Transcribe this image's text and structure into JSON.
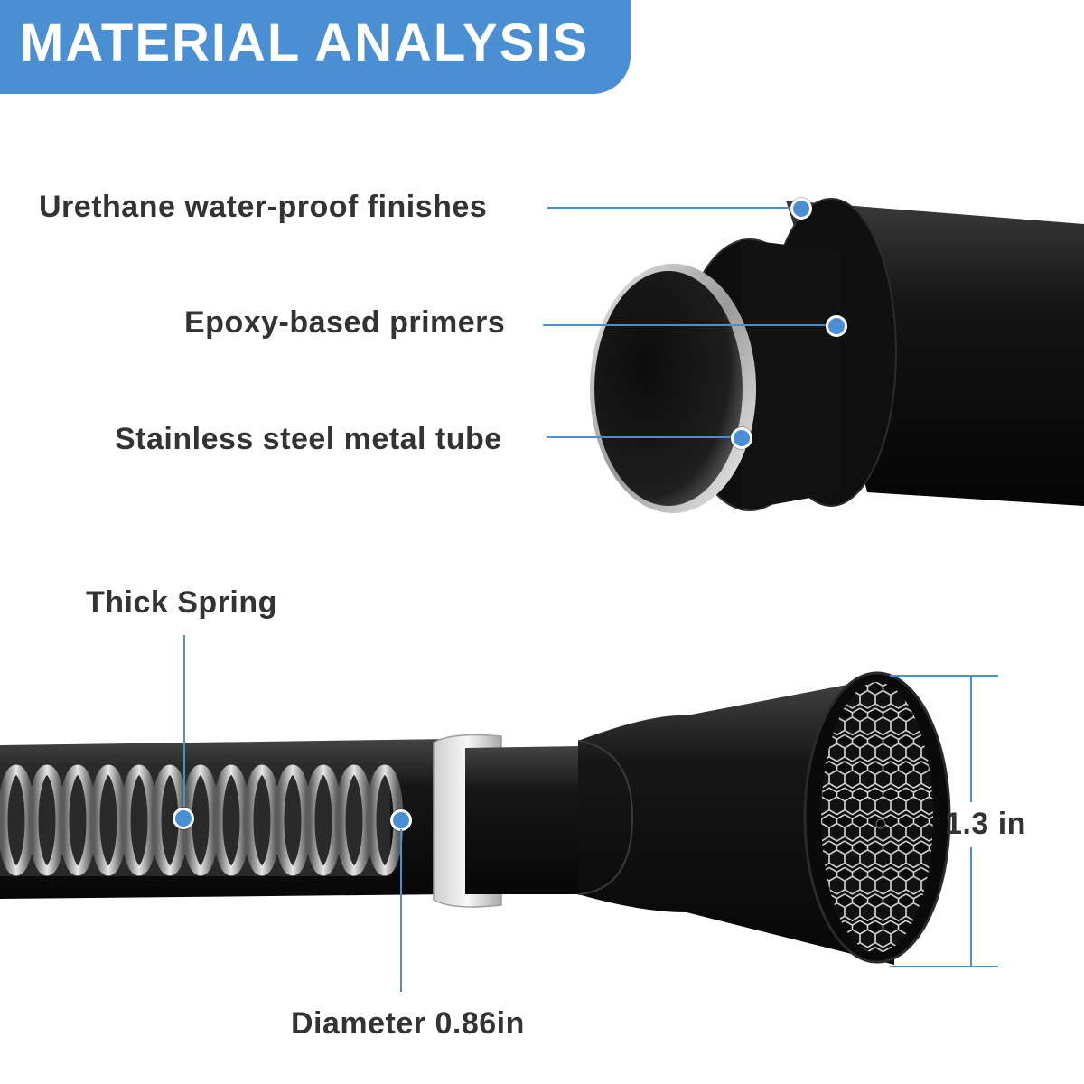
{
  "banner": {
    "title": "MATERIAL ANALYSIS",
    "color": "#4a8fd4"
  },
  "tube_callouts": {
    "urethane": "Urethane water-proof finishes",
    "epoxy": "Epoxy-based primers",
    "steel": "Stainless steel metal tube"
  },
  "rod_callouts": {
    "spring": "Thick Spring",
    "diameter": "Diameter 0.86in",
    "end_size": "1.3 in"
  },
  "colors": {
    "accent": "#4a8fd4",
    "text": "#333333",
    "tube": "#1a1a1a"
  }
}
